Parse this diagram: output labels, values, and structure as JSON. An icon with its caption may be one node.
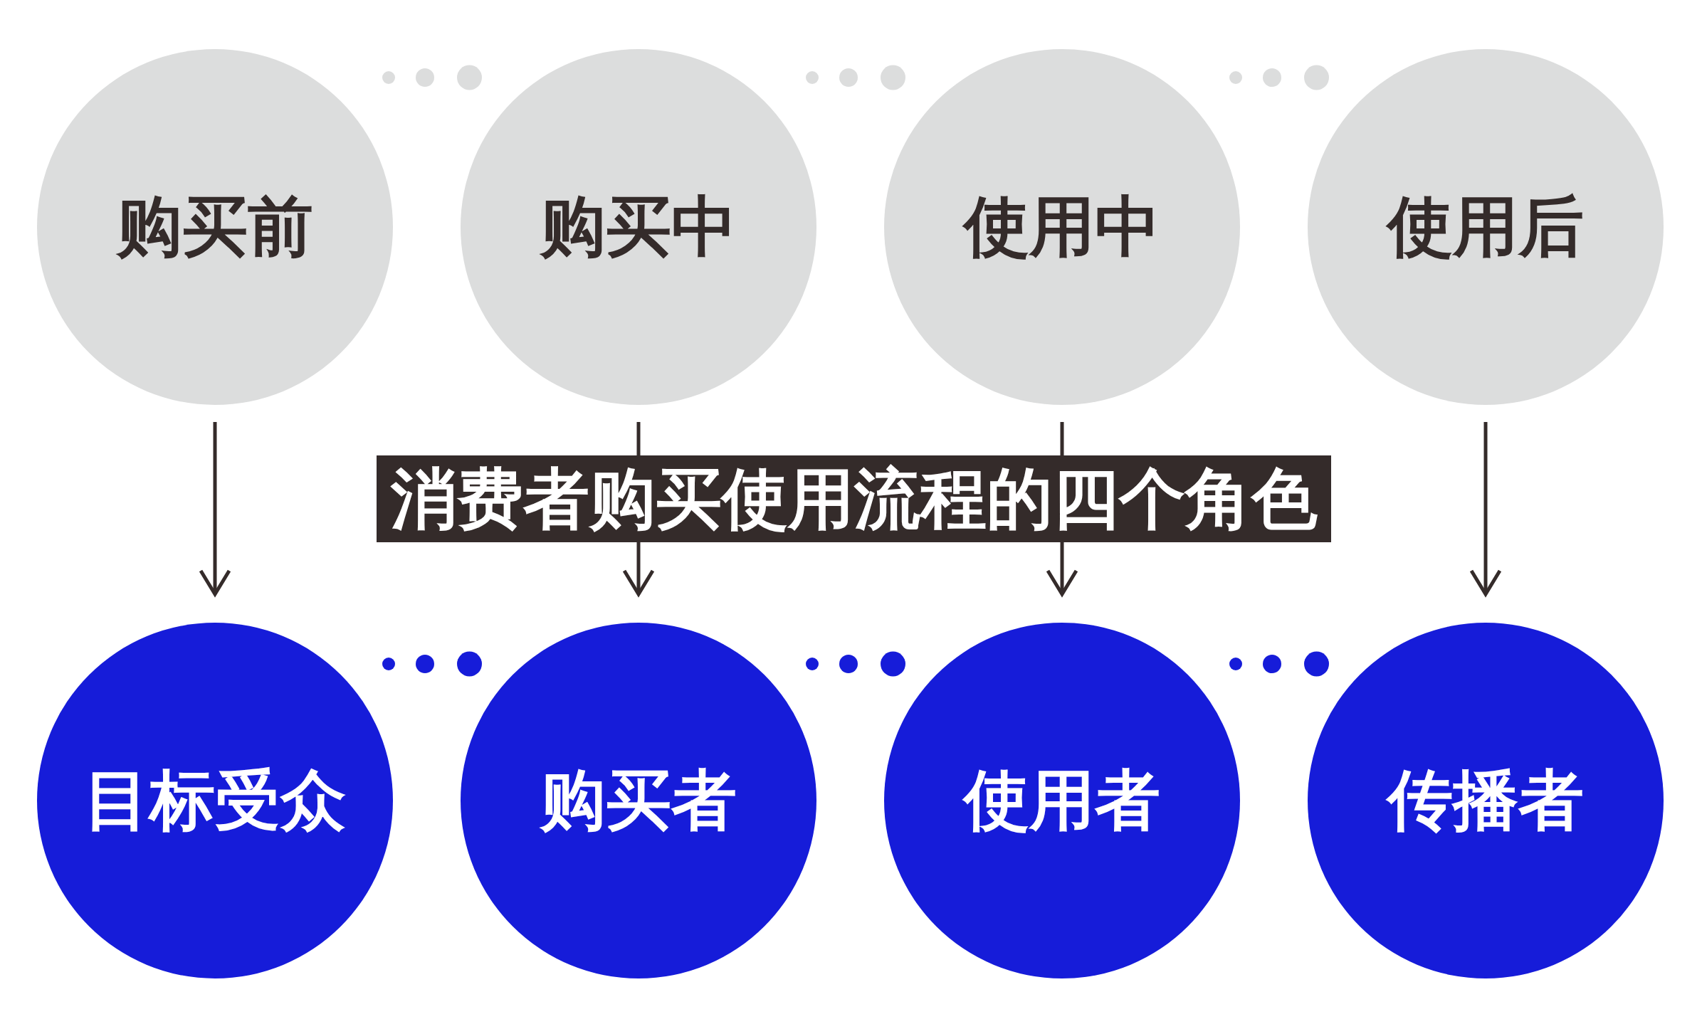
{
  "diagram": {
    "title": "消费者购买使用流程的四个角色",
    "nodes": [
      {
        "text": [
          "购买前"
        ]
      },
      {
        "text": [
          "购买中"
        ]
      },
      {
        "text": [
          "使用中"
        ]
      },
      {
        "text": [
          "使用后"
        ]
      },
      {
        "text": [
          "目标受众"
        ]
      },
      {
        "text": [
          "购买者"
        ]
      },
      {
        "text": [
          "使用者"
        ]
      },
      {
        "text": [
          "传播者"
        ]
      }
    ],
    "edges": [
      {
        "from": 0,
        "to": 4,
        "arrow": "to"
      },
      {
        "from": 1,
        "to": 5,
        "arrow": "to"
      },
      {
        "from": 2,
        "to": 6,
        "arrow": "to"
      },
      {
        "from": 3,
        "to": 7,
        "arrow": "to"
      }
    ]
  }
}
